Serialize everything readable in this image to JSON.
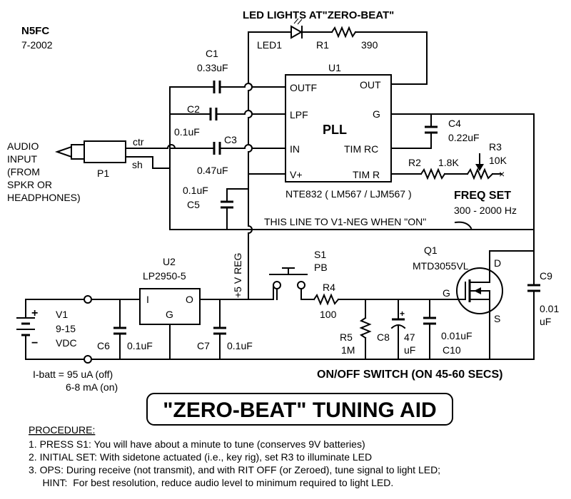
{
  "header": {
    "author": "N5FC",
    "date": "7-2002",
    "led_note": "LED LIGHTS AT\"ZERO-BEAT\""
  },
  "input": {
    "lines": [
      "AUDIO",
      "INPUT",
      "(FROM",
      "SPKR  OR",
      "HEADPHONES)"
    ],
    "plug": "P1",
    "ctr": "ctr",
    "sh": "sh"
  },
  "components": {
    "c1_name": "C1",
    "c1_val": "0.33uF",
    "c2_name": "C2",
    "c2_val": "0.1uF",
    "c3_name": "C3",
    "c3_val": "0.47uF",
    "c5_val": "0.1uF",
    "c5_name": "C5",
    "led1": "LED1",
    "r1_name": "R1",
    "r1_val": "390",
    "u1": "U1",
    "c4_name": "C4",
    "c4_val": "0.22uF",
    "r2_name": "R2",
    "r2_val": "1.8K",
    "r3_name": "R3",
    "r3_val": "10K",
    "u2_name": "U2",
    "u2_part": "LP2950-5",
    "v1_name": "V1",
    "v1_val1": "9-15",
    "v1_val2": "VDC",
    "c6_name": "C6",
    "c6_val": "0.1uF",
    "c7_name": "C7",
    "c7_val": "0.1uF",
    "s1_name": "S1",
    "s1_type": "PB",
    "r4_name": "R4",
    "r4_val": "100",
    "r5_name": "R5",
    "r5_val": "1M",
    "c8_name": "C8",
    "c8_val1": "47",
    "c8_val2": "uF",
    "c10_val": "0.01uF",
    "c10_name": "C10",
    "q1_name": "Q1",
    "q1_part": "MTD3055VL",
    "q1_g": "G",
    "q1_d": "D",
    "q1_s": "S",
    "c9_name": "C9",
    "c9_val1": "0.01",
    "c9_val2": "uF"
  },
  "pll": {
    "title": "PLL",
    "outf": "OUTF",
    "out": "OUT",
    "lpf": "LPF",
    "g": "G",
    "in": "IN",
    "timrc": "TIM RC",
    "vplus": "V+",
    "timr": "TIM R",
    "part": "NTE832  ( LM567 / LJM567 )"
  },
  "regulator": {
    "i": "I",
    "o": "O",
    "g": "G"
  },
  "labels": {
    "freq_set": "FREQ SET",
    "freq_range": "300 - 2000 Hz",
    "neg_line": "THIS LINE TO V1-NEG WHEN \"ON\"",
    "reg_line": "+5 V REG",
    "onoff": "ON/OFF SWITCH (ON 45-60 SECS)",
    "ibatt1": "I-batt = 95 uA  (off)",
    "ibatt2": "6-8 mA (on)",
    "plus": "+",
    "minus": "−"
  },
  "title": "\"ZERO-BEAT\" TUNING AID",
  "procedure": {
    "heading": "PROCEDURE:",
    "steps": [
      "1.  PRESS S1:  You will have about a minute to tune (conserves 9V batteries)",
      "2.  INITIAL SET:  With sidetone actuated (i.e., key rig), set R3 to illuminate LED",
      "3.  OPS:  During receive (not transmit), and  with RIT OFF (or Zeroed), tune signal to light LED;",
      "     HINT:  For best resolution, reduce audio level to minimum required to light LED."
    ]
  }
}
